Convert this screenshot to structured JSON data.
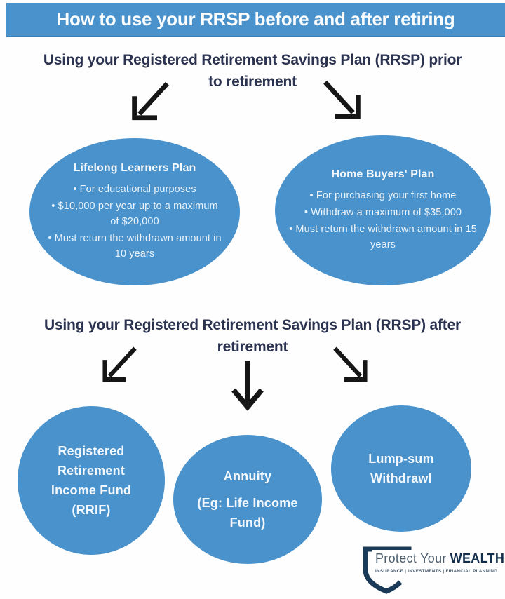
{
  "banner": {
    "title": "How to use your RRSP before and after retiring"
  },
  "section_prior": {
    "heading_line1": "Using your Registered Retirement Savings Plan (RRSP) prior",
    "heading_line2": "to retirement",
    "plans": [
      {
        "title": "Lifelong Learners Plan",
        "bullets": [
          "For educational purposes",
          "$10,000 per year up to a maximum of $20,000",
          "Must return the withdrawn amount in 10 years"
        ]
      },
      {
        "title": "Home Buyers' Plan",
        "bullets": [
          "For purchasing your first home",
          "Withdraw a maximum of $35,000",
          "Must return the withdrawn amount in 15 years"
        ]
      }
    ]
  },
  "section_after": {
    "heading_line1": "Using your Registered Retirement Savings Plan (RRSP) after",
    "heading_line2": "retirement",
    "options": [
      {
        "text": "Registered Retirement Income Fund (RRIF)"
      },
      {
        "text": "Annuity",
        "subtext": "(Eg: Life Income Fund)"
      },
      {
        "text": "Lump-sum Withdrawl"
      }
    ]
  },
  "logo": {
    "brand_regular": "Protect Your",
    "brand_bold": "WEALTH",
    "tagline": "INSURANCE  |  INVESTMENTS  |  FINANCIAL PLANNING"
  },
  "colors": {
    "primary_blue": "#4a92cc",
    "heading_navy": "#2b3350",
    "arrow_black": "#161616",
    "logo_navy": "#1b3a57",
    "node_text": "#eaf3fb"
  }
}
